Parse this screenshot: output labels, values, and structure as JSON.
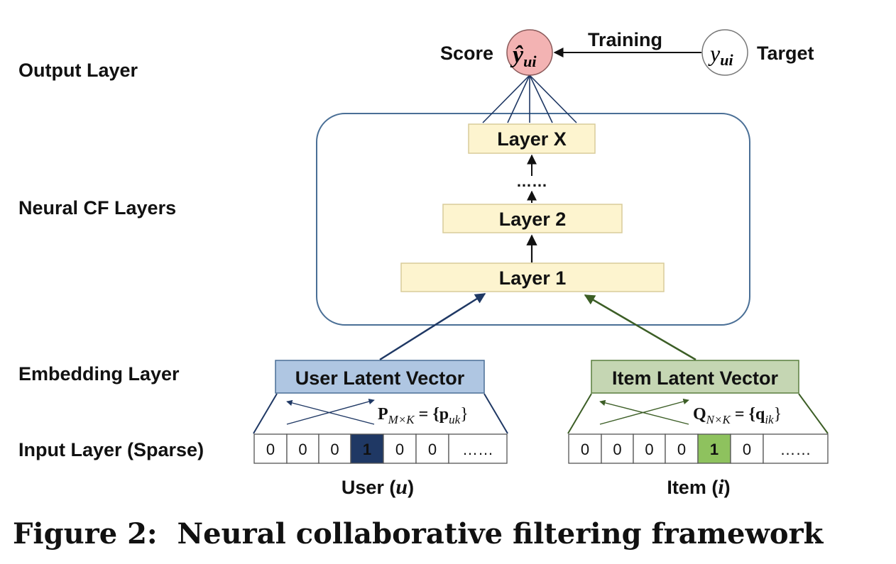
{
  "side_labels": {
    "output": "Output Layer",
    "neural_cf": "Neural CF Layers",
    "embedding": "Embedding Layer",
    "input": "Input Layer (Sparse)"
  },
  "output": {
    "score_label": "Score",
    "score_symbol": "ŷ",
    "score_subscript": "ui",
    "training_label": "Training",
    "target_symbol": "y",
    "target_subscript": "ui",
    "target_label": "Target"
  },
  "layers": {
    "layer_x": "Layer X",
    "ellipsis": "……",
    "layer_2": "Layer 2",
    "layer_1": "Layer 1"
  },
  "user": {
    "vector_label": "User Latent Vector",
    "matrix_symbol": "P",
    "matrix_dims": "M×K",
    "equals": " = {",
    "element_symbol": "p",
    "element_subscript": "uk",
    "close_brace": "}",
    "cells": [
      "0",
      "0",
      "0",
      "1",
      "0",
      "0",
      "……"
    ],
    "active_index": 3,
    "name": "User (",
    "var": "u",
    "close": ")"
  },
  "item": {
    "vector_label": "Item Latent Vector",
    "matrix_symbol": "Q",
    "matrix_dims": "N×K",
    "equals": " = {",
    "element_symbol": "q",
    "element_subscript": "ik",
    "close_brace": "}",
    "cells": [
      "0",
      "0",
      "0",
      "0",
      "1",
      "0",
      "……"
    ],
    "active_index": 4,
    "name": "Item (",
    "var": "i",
    "close": ")"
  },
  "caption": "Figure 2:  Neural collaborative filtering framework",
  "colors": {
    "layer_fill": "#fdf4cf",
    "layer_stroke": "#d8cc9a",
    "group_stroke": "#4a6f96",
    "score_fill": "#f3b3b3",
    "user_vec_fill": "#afc6e2",
    "user_vec_stroke": "#4a6f96",
    "user_active": "#1f3864",
    "item_vec_fill": "#c5d6b3",
    "item_vec_stroke": "#5a7f3e",
    "item_active": "#8ec25e",
    "user_line": "#1f3864",
    "item_line": "#3c5e26"
  }
}
